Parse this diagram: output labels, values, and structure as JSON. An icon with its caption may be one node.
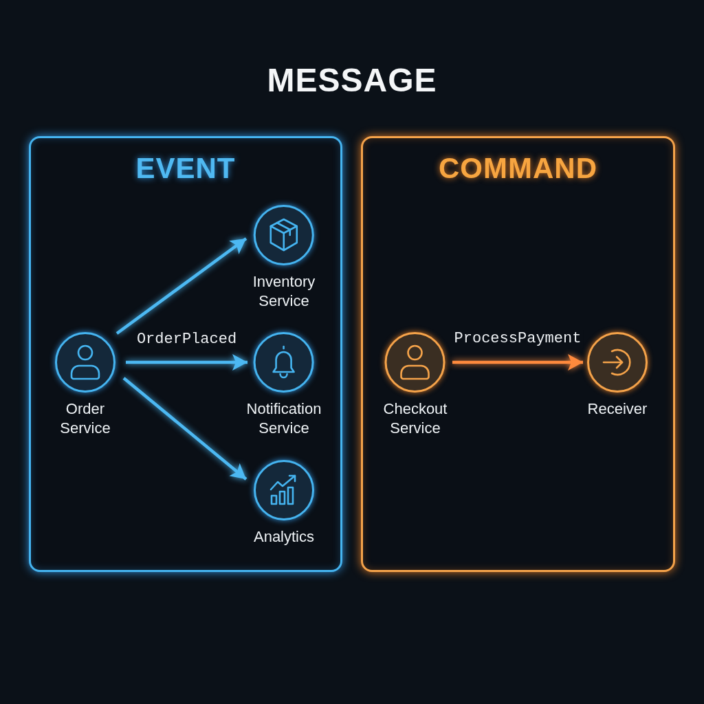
{
  "diagram": {
    "title": "MESSAGE",
    "nodes": [
      {
        "text": [
          "EVENT"
        ]
      },
      {
        "text": [
          "Order Service"
        ],
        "in": 0
      },
      {
        "text": [
          "Inventory Service"
        ],
        "in": 0
      },
      {
        "text": [
          "Notification Service"
        ],
        "in": 0
      },
      {
        "text": [
          "Analytics"
        ],
        "in": 0
      },
      {
        "text": [
          "COMMAND"
        ]
      },
      {
        "text": [
          "Checkout Service"
        ],
        "in": 5
      },
      {
        "text": [
          "Receiver"
        ],
        "in": 5
      }
    ],
    "edges": [
      {
        "from": 1,
        "to": 2,
        "arrow": "to"
      },
      {
        "from": 1,
        "to": 3,
        "arrow": "to",
        "label": "OrderPlaced"
      },
      {
        "from": 1,
        "to": 4,
        "arrow": "to"
      },
      {
        "from": 6,
        "to": 7,
        "arrow": "to",
        "label": "ProcessPayment",
        "color": "#ff8a3d"
      }
    ]
  }
}
